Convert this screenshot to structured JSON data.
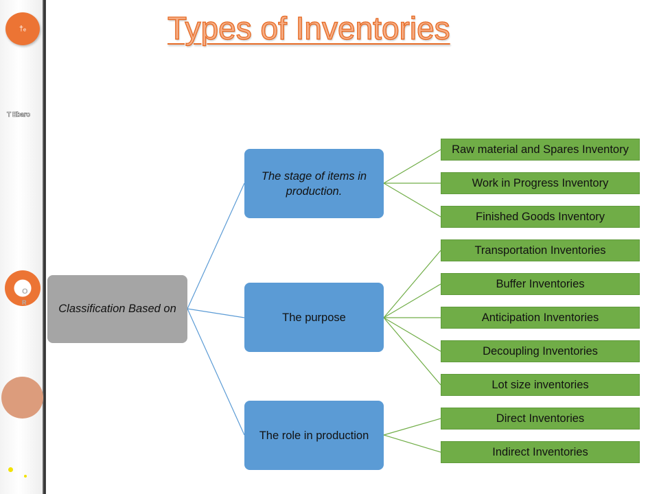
{
  "title": "Types of Inventories",
  "sidebar": {
    "badge_text": "†ₑ",
    "caption": "T Ebaro",
    "ring_letters": [
      "O",
      "R"
    ]
  },
  "colors": {
    "title_fill": "#f7ad84",
    "title_outline": "#e56a24",
    "root_box": "#a5a5a5",
    "category_box": "#5b9bd5",
    "leaf_box": "#70ad47",
    "blue_connector": "#5b9bd5",
    "green_connector": "#70ad47",
    "accent_orange": "#ec7434"
  },
  "diagram": {
    "root": "Classification Based on",
    "categories": [
      {
        "label": "The stage of items in production.",
        "items": [
          "Raw material and Spares Inventory",
          "Work in Progress Inventory",
          "Finished Goods Inventory"
        ]
      },
      {
        "label": "The purpose",
        "items": [
          "Transportation Inventories",
          "Buffer Inventories",
          "Anticipation Inventories",
          "Decoupling Inventories",
          "Lot size inventories"
        ]
      },
      {
        "label": "The role in production",
        "items": [
          "Direct Inventories",
          "Indirect Inventories"
        ]
      }
    ]
  }
}
